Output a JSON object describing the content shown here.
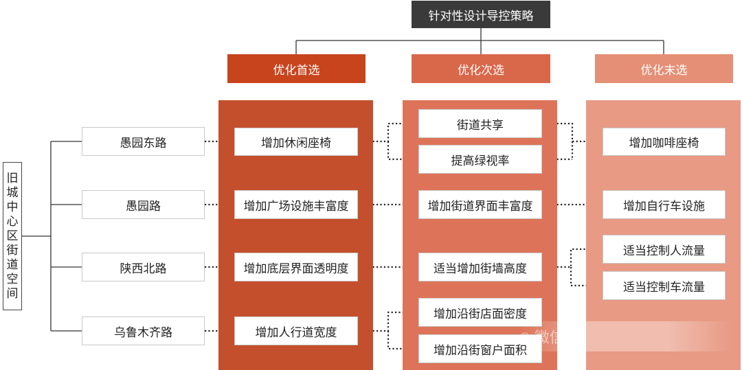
{
  "title": "针对性设计导控策略",
  "root_label": [
    "旧",
    "城",
    "中",
    "心",
    "区",
    "街",
    "道",
    "空",
    "间"
  ],
  "tiers": [
    {
      "label": "优化首选",
      "color": "#c8441d",
      "panel_color": "#c44f2c"
    },
    {
      "label": "优化次选",
      "color": "#d9684a",
      "panel_color": "#dd7459"
    },
    {
      "label": "优化末选",
      "color": "#e58f76",
      "panel_color": "#e89a84"
    }
  ],
  "roads": [
    "愚园东路",
    "愚园路",
    "陕西北路",
    "乌鲁木齐路"
  ],
  "first_choice": [
    "增加休闲座椅",
    "增加广场设施丰富度",
    "增加底层界面透明度",
    "增加人行道宽度"
  ],
  "second_choice": [
    "街道共享",
    "提高绿视率",
    "增加街道界面丰富度",
    "适当增加街墙高度",
    "增加沿街店面密度",
    "增加沿街窗户面积"
  ],
  "third_choice": [
    "增加咖啡座椅",
    "增加自行车设施",
    "适当控制人流量",
    "适当控制车流量"
  ],
  "watermark": "微信号"
}
